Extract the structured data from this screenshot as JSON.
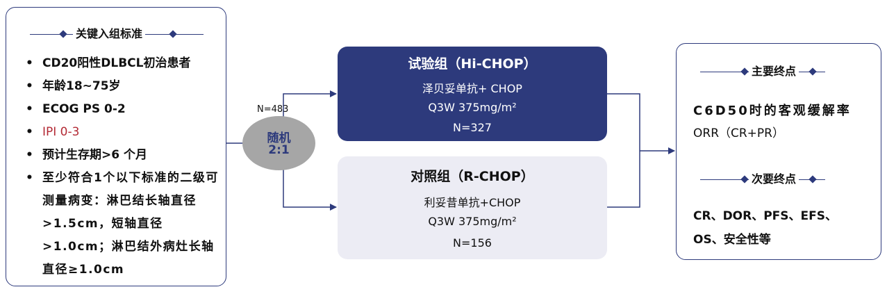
{
  "criteria": {
    "title": "关键入组标准",
    "items": [
      {
        "text": "CD20阳性DLBCL初治患者"
      },
      {
        "text": "年龄18~75岁"
      },
      {
        "text": "ECOG PS 0-2"
      },
      {
        "text": "IPI 0-3",
        "highlight": "#b32a35"
      },
      {
        "text": "预计生存期>6 个月"
      },
      {
        "text": "至少符合1个以下标准的二级可测量病变：淋巴结长轴直径>1.5cm，短轴直径>1.0cm；淋巴结外病灶长轴直径≥1.0cm"
      }
    ],
    "bullet": "•"
  },
  "randomization": {
    "n_label": "N=483",
    "line1": "随机",
    "line2": "2:1"
  },
  "trial_arm": {
    "title": "试验组（Hi-CHOP）",
    "drug": "泽贝妥单抗+ CHOP",
    "dose": "Q3W 375mg/m²",
    "n": "N=327"
  },
  "control_arm": {
    "title": "对照组（R-CHOP）",
    "drug": "利妥昔单抗+CHOP",
    "dose": "Q3W 375mg/m²",
    "n": "N=156"
  },
  "endpoints": {
    "primary_title": "主要终点",
    "primary_line1": "C6D50时的客观缓解率",
    "primary_line2": "ORR（CR+PR）",
    "secondary_title": "次要终点",
    "secondary_line1": "CR、DOR、PFS、EFS、",
    "secondary_line2": "OS、安全性等"
  },
  "colors": {
    "navy": "#2d3a7c",
    "light_box": "#ececf4",
    "circle": "#a6a6a6",
    "highlight": "#b32a35"
  }
}
